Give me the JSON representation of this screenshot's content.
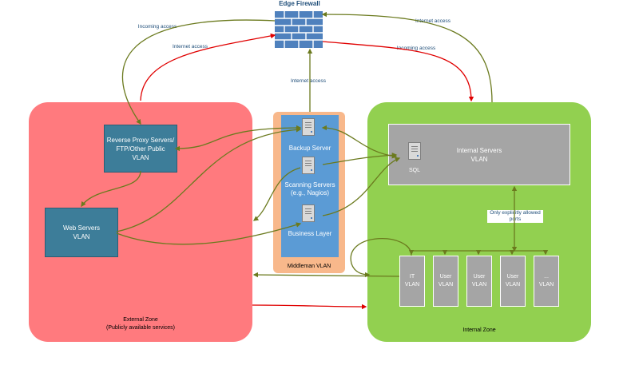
{
  "firewall": {
    "title": "Edge Firewall",
    "icon": "firewall-icon"
  },
  "connections": {
    "incoming_left": "Incoming access",
    "internet_left": "Internet access",
    "internet_mid": "Internet access",
    "internet_right_top": "Internet access",
    "incoming_right": "Incoming access",
    "only_allowed": "Only explicitly allowed ports"
  },
  "external_zone": {
    "title": "External Zone",
    "subtitle": "(Publicly available services)",
    "color": "#ff7a7e",
    "reverse_proxy": {
      "line1": "Reverse Proxy Servers/",
      "line2": "FTP/Other Public",
      "line3": "VLAN"
    },
    "web_servers": {
      "line1": "Web Servers",
      "line2": "VLAN"
    }
  },
  "middleman": {
    "title": "Middleman VLAN",
    "backup": "Backup Server",
    "scanning_line1": "Scanning Servers",
    "scanning_line2": "(e.g., Nagios)",
    "business": "Business Layer"
  },
  "internal_zone": {
    "title": "Internal Zone",
    "color": "#92d050",
    "internal_servers": {
      "line1": "Internal Servers",
      "line2": "VLAN",
      "sql": "SQL"
    },
    "vlans": [
      {
        "line1": "IT",
        "line2": "VLAN"
      },
      {
        "line1": "User",
        "line2": "VLAN"
      },
      {
        "line1": "User",
        "line2": "VLAN"
      },
      {
        "line1": "User",
        "line2": "VLAN"
      },
      {
        "line1": "...",
        "line2": "VLAN"
      }
    ]
  }
}
